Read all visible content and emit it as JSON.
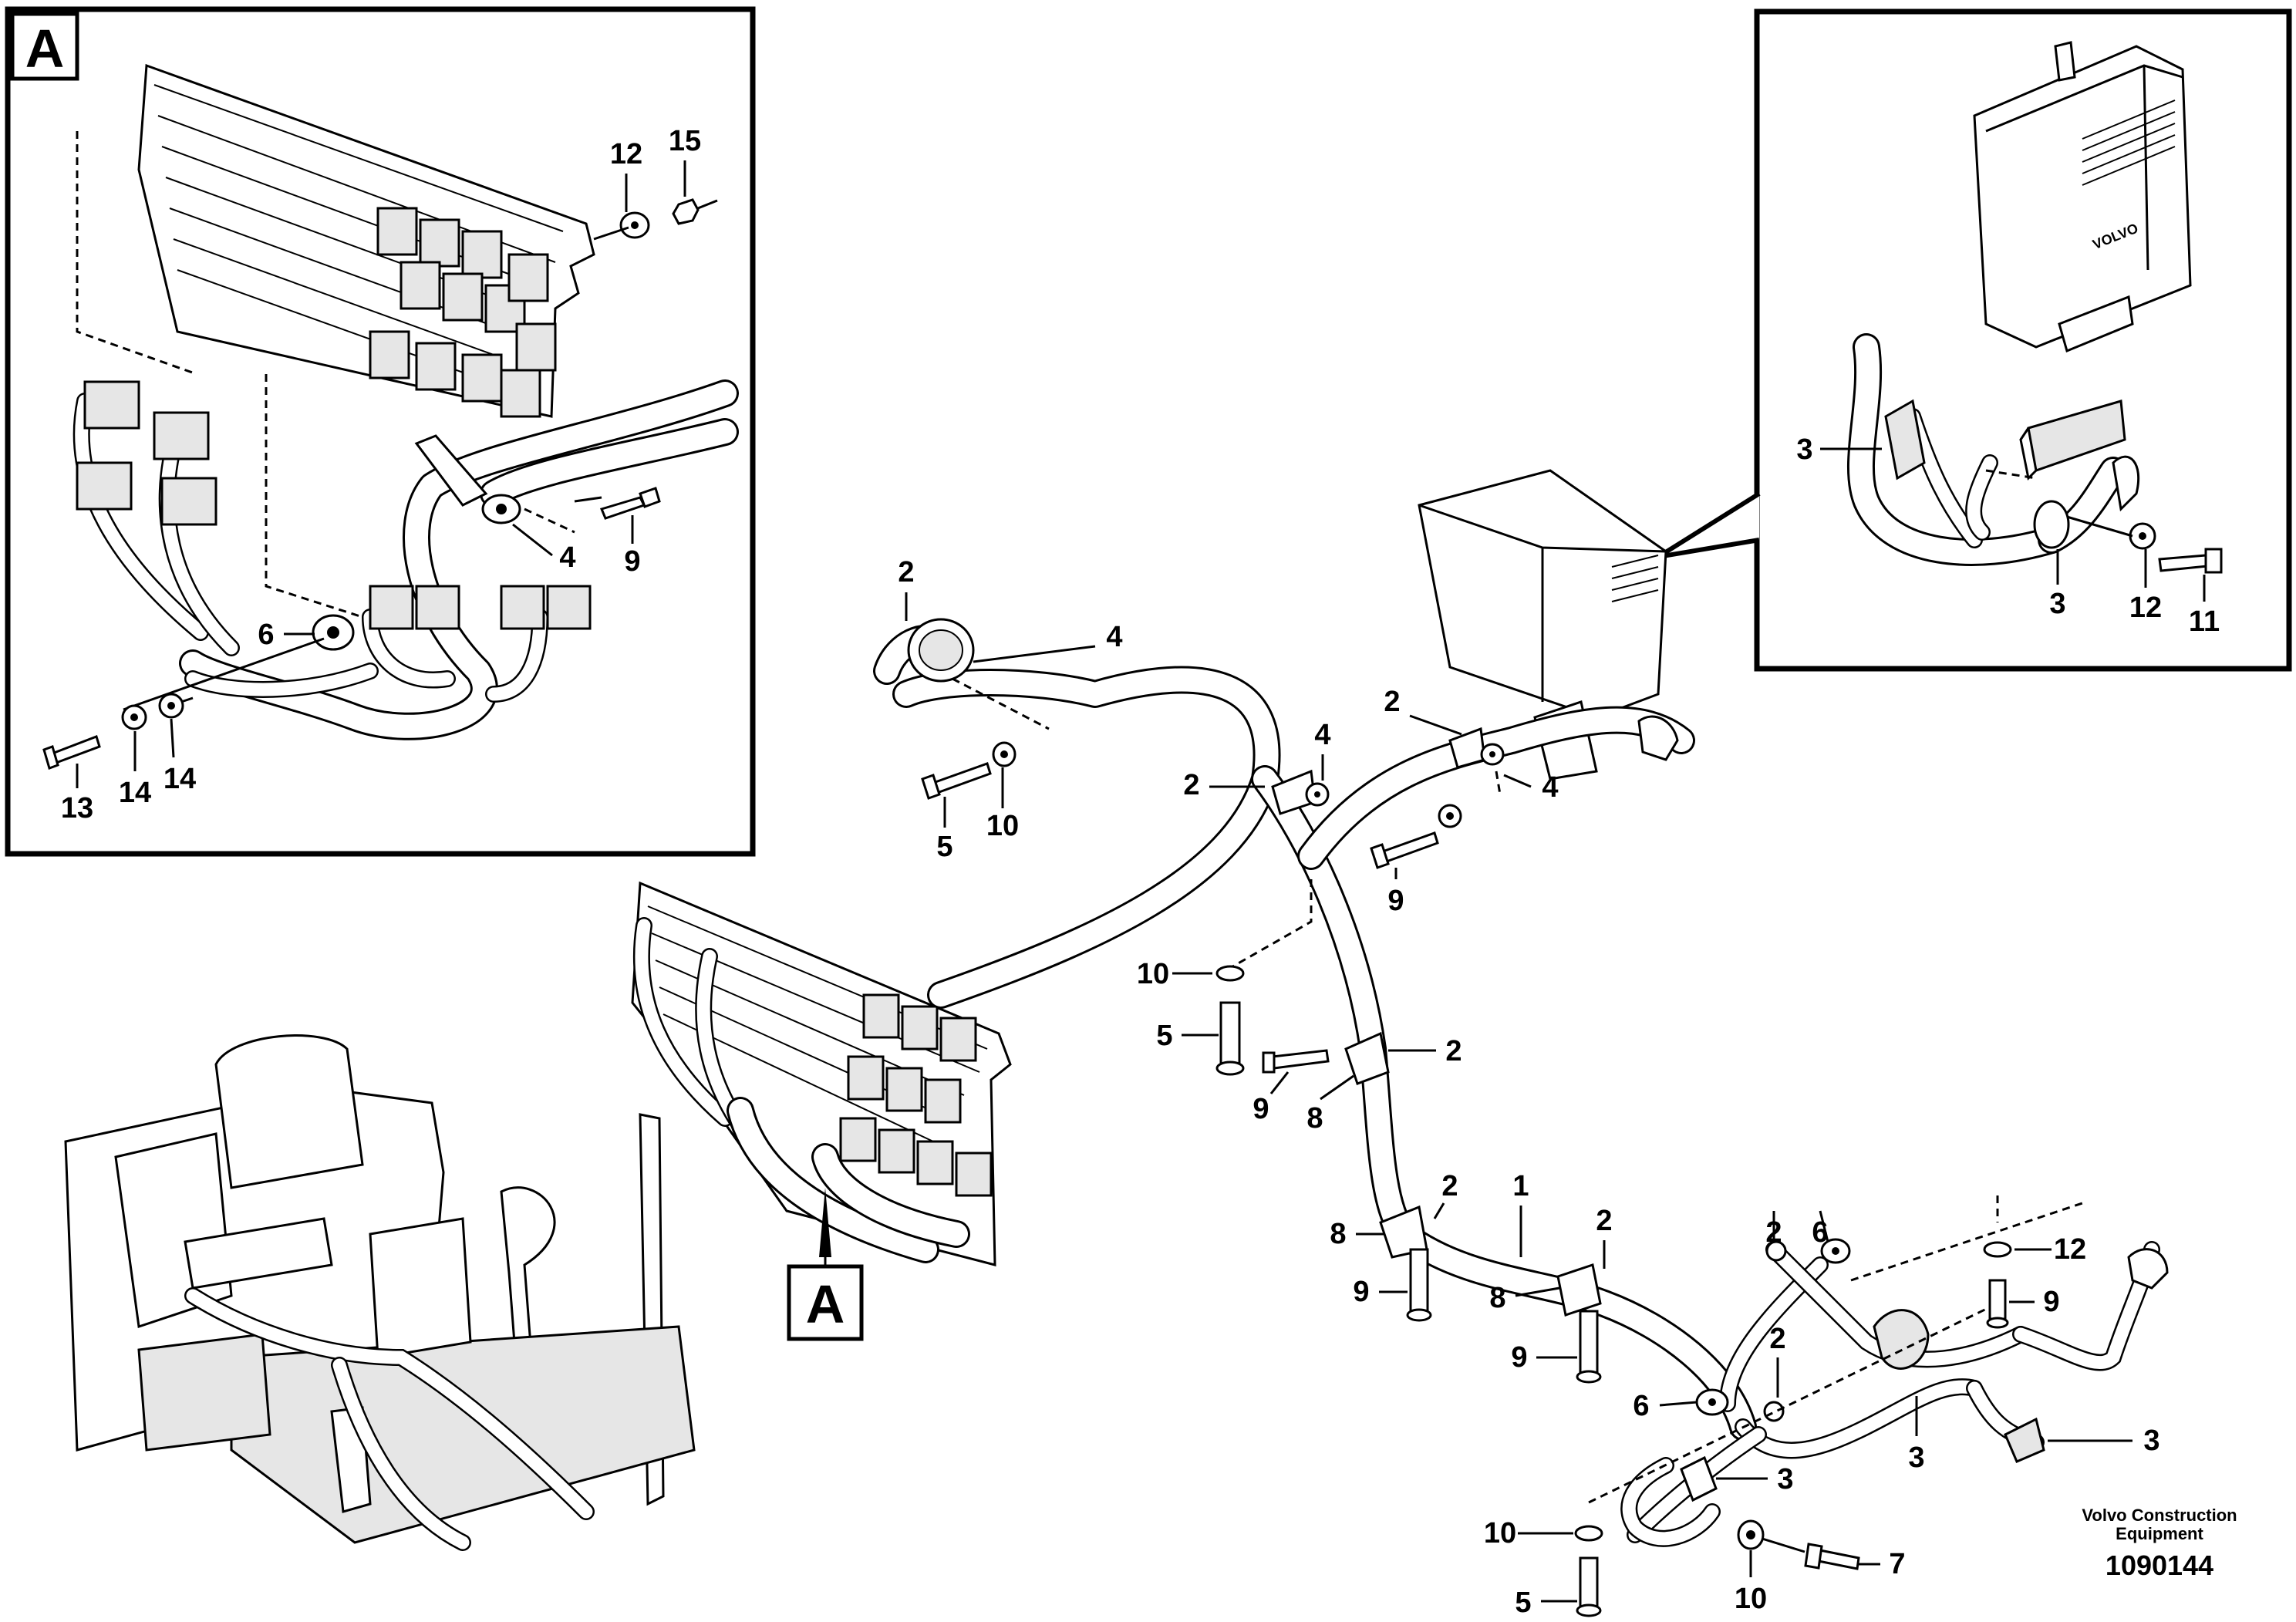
{
  "detail_a_label": "A",
  "view_a_marker": "A",
  "company": {
    "line1": "Volvo Construction",
    "line2": "Equipment"
  },
  "drawing_number": "1090144",
  "logo_text": "VOLVO",
  "callouts": {
    "detail_a": [
      "12",
      "15",
      "4",
      "9",
      "6",
      "13",
      "14",
      "14"
    ],
    "detail_ecu": [
      "3",
      "3",
      "12",
      "11"
    ],
    "main": [
      "2",
      "4",
      "5",
      "10",
      "2",
      "4",
      "2",
      "4",
      "9",
      "10",
      "5",
      "9",
      "2",
      "8",
      "2",
      "8",
      "1",
      "9",
      "8",
      "2",
      "9",
      "2",
      "6",
      "12",
      "9",
      "2",
      "6",
      "3",
      "3",
      "3",
      "10",
      "5",
      "7",
      "10"
    ]
  }
}
